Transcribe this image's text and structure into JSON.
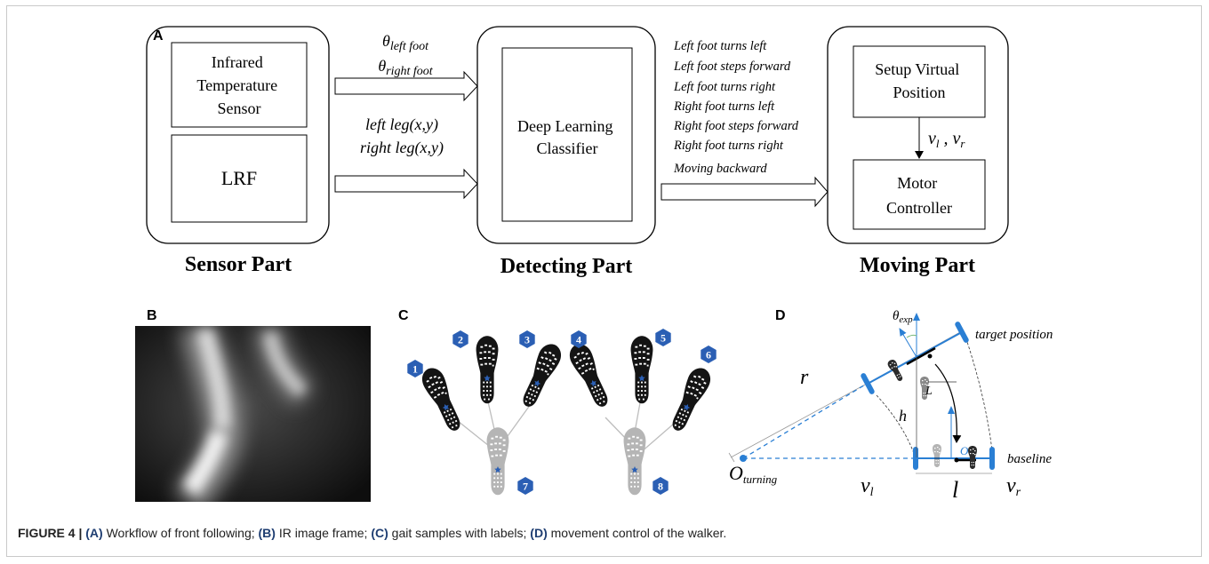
{
  "panel_a": {
    "letter": "A",
    "sensor": {
      "box1": [
        "Infrared",
        "Temperature",
        "Sensor"
      ],
      "box2": "LRF",
      "caption": "Sensor Part"
    },
    "arrow_in_1": [
      "θleft foot",
      "θright foot"
    ],
    "arrow_in_2": [
      "left leg(x,y)",
      "right leg(x,y)"
    ],
    "detecting": {
      "box": [
        "Deep Learning",
        "Classifier"
      ],
      "caption": "Detecting Part"
    },
    "labels": [
      "Left foot turns left",
      "Left foot steps forward",
      "Left foot turns right",
      "Right foot turns left",
      "Right foot steps forward",
      "Right foot turns right",
      "Moving backward"
    ],
    "moving": {
      "box1": [
        "Setup Virtual",
        "Position"
      ],
      "vel": "vl , vr",
      "box2": [
        "Motor",
        "Controller"
      ],
      "caption": "Moving Part"
    }
  },
  "panel_b": {
    "letter": "B"
  },
  "panel_c": {
    "letter": "C",
    "markers": [
      "1",
      "2",
      "3",
      "4",
      "5",
      "6",
      "7",
      "8"
    ]
  },
  "panel_d": {
    "letter": "D",
    "labels": {
      "theta": "θexp",
      "target": "target position",
      "r": "r",
      "L": "L",
      "h": "h",
      "O": "O",
      "O_turning": "Oturning",
      "baseline": "baseline",
      "vl": "vl",
      "vr": "vr",
      "l": "l"
    }
  },
  "caption": {
    "prefix": "FIGURE 4 |",
    "a": "(A)",
    "a_text": " Workflow of front following; ",
    "b": "(B)",
    "b_text": " IR image frame; ",
    "c": "(C)",
    "c_text": " gait samples with labels; ",
    "d": "(D)",
    "d_text": " movement control of the walker."
  },
  "colors": {
    "accent_blue": "#2a7fd4",
    "marker_blue": "#2b5fb4",
    "shoe_dark": "#141414",
    "shoe_grey": "#b5b5b5"
  }
}
